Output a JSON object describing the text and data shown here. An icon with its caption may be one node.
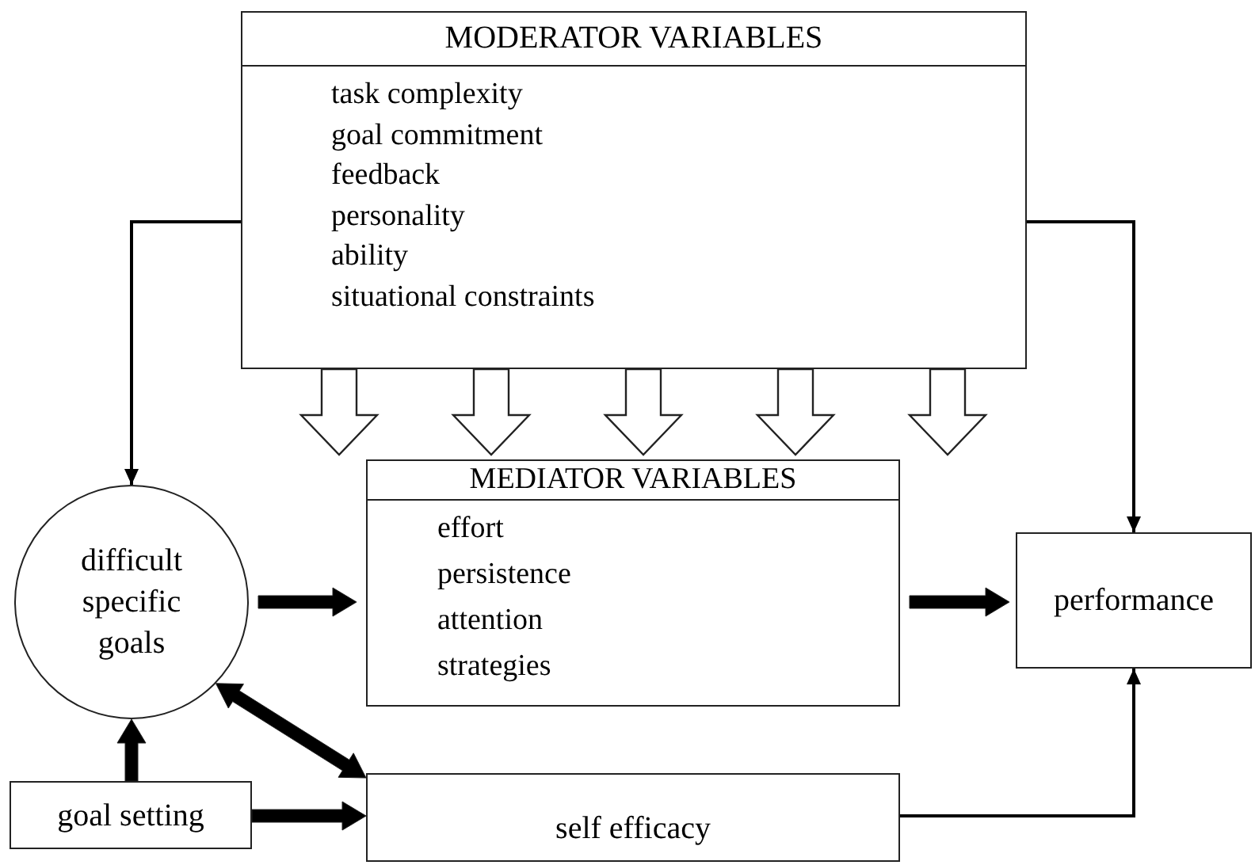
{
  "diagram": {
    "nodes": [
      {
        "text": [
          "MODERATOR VARIABLES",
          "task complexity",
          "goal commitment",
          "feedback",
          "personality",
          "ability",
          "situational constraints"
        ]
      },
      {
        "text": [
          "difficult specific goals"
        ]
      },
      {
        "text": [
          "MEDIATOR VARIABLES",
          "effort",
          "persistence",
          "attention",
          "strategies"
        ]
      },
      {
        "text": [
          "performance"
        ]
      },
      {
        "text": [
          "goal setting"
        ]
      },
      {
        "text": [
          "self efficacy"
        ]
      }
    ],
    "edges": [
      {
        "from": 0,
        "to": 1,
        "arrow": "to"
      },
      {
        "from": 0,
        "to": 3,
        "arrow": "to"
      },
      {
        "from": 0,
        "to": 2,
        "arrow": "to",
        "style": "thick",
        "color": "#ffffff"
      },
      {
        "from": 0,
        "to": 2,
        "arrow": "to",
        "style": "thick",
        "color": "#ffffff"
      },
      {
        "from": 0,
        "to": 2,
        "arrow": "to",
        "style": "thick",
        "color": "#ffffff"
      },
      {
        "from": 0,
        "to": 2,
        "arrow": "to",
        "style": "thick",
        "color": "#ffffff"
      },
      {
        "from": 0,
        "to": 2,
        "arrow": "to",
        "style": "thick",
        "color": "#ffffff"
      },
      {
        "from": 1,
        "to": 2,
        "arrow": "to",
        "style": "thick"
      },
      {
        "from": 2,
        "to": 3,
        "arrow": "to",
        "style": "thick"
      },
      {
        "from": 4,
        "to": 1,
        "arrow": "to",
        "style": "thick"
      },
      {
        "from": 1,
        "to": 5,
        "arrow": "both",
        "style": "thick"
      },
      {
        "from": 4,
        "to": 5,
        "arrow": "to",
        "style": "thick"
      },
      {
        "from": 5,
        "to": 3,
        "arrow": "to"
      }
    ]
  }
}
